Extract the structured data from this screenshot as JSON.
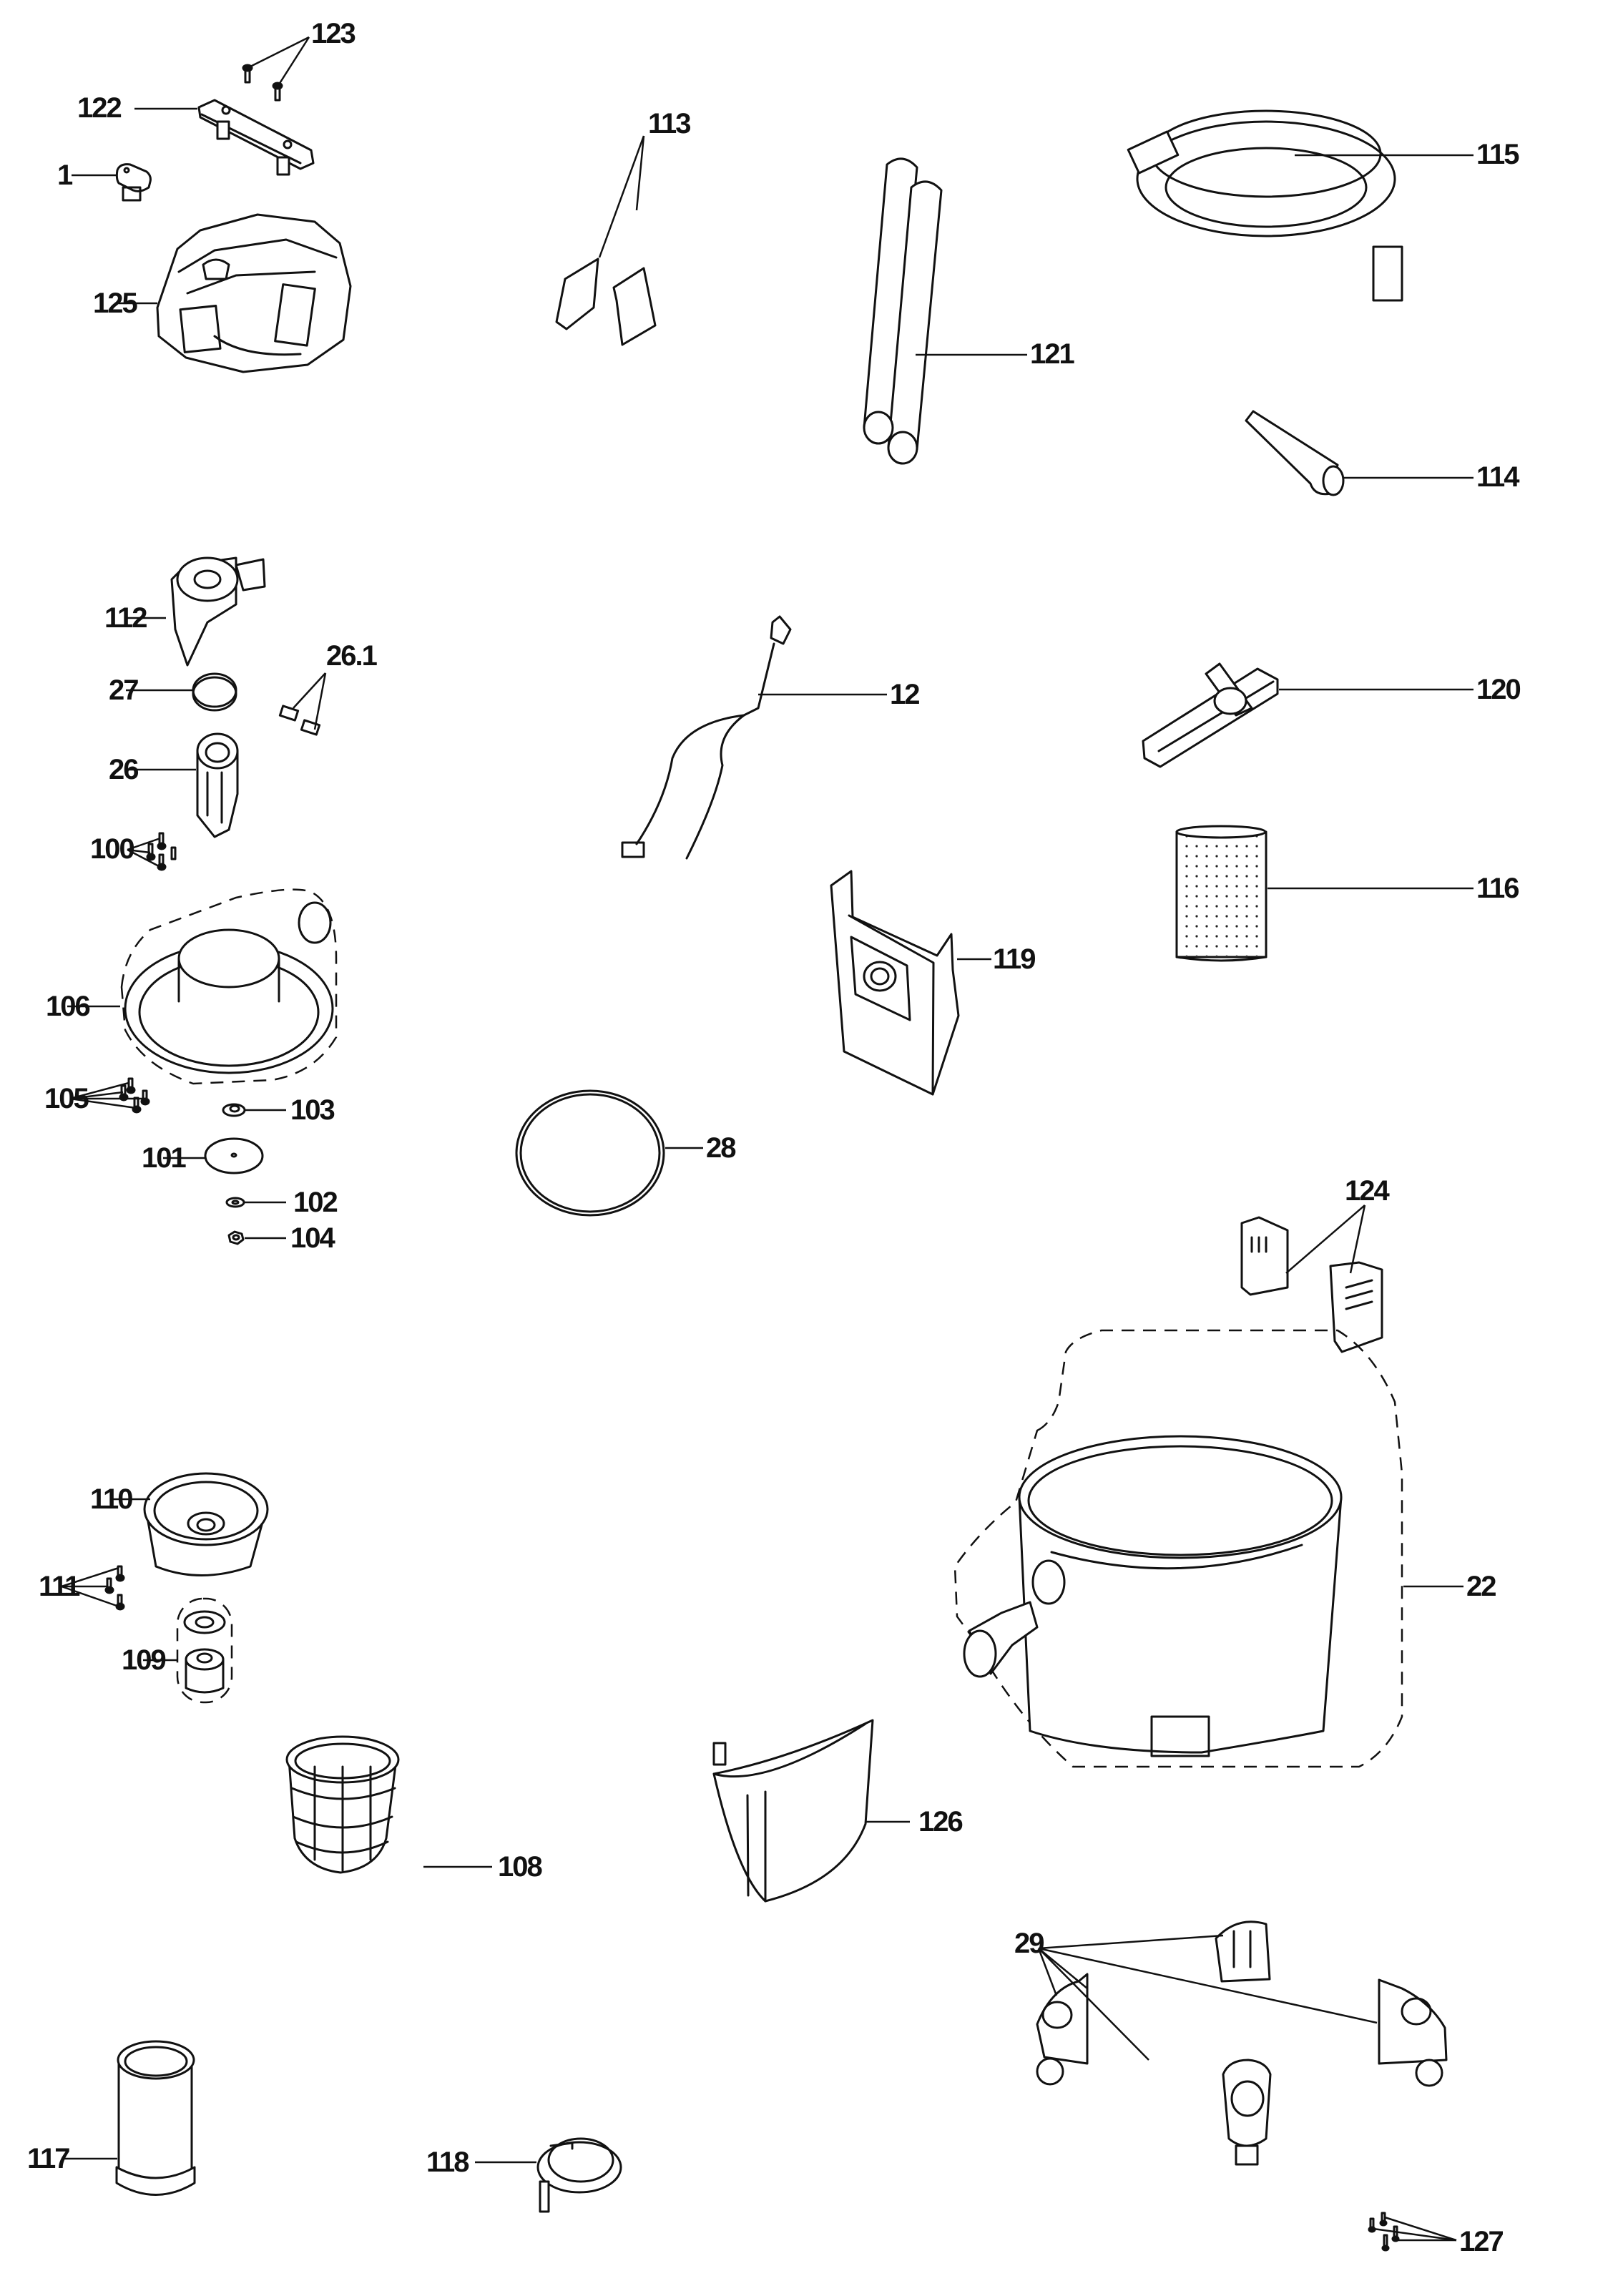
{
  "diagram": {
    "type": "exploded-parts-view",
    "subject": "wet/dry vacuum cleaner",
    "parts": [
      {
        "ref": "1",
        "name": "switch"
      },
      {
        "ref": "12",
        "name": "power cord with plug"
      },
      {
        "ref": "22",
        "name": "container / tank with inlet"
      },
      {
        "ref": "26",
        "name": "motor"
      },
      {
        "ref": "26.1",
        "name": "carbon brushes"
      },
      {
        "ref": "27",
        "name": "motor seal ring"
      },
      {
        "ref": "28",
        "name": "tank seal ring"
      },
      {
        "ref": "29",
        "name": "castor wheels"
      },
      {
        "ref": "100",
        "name": "screws"
      },
      {
        "ref": "101",
        "name": "float disc"
      },
      {
        "ref": "102",
        "name": "washer"
      },
      {
        "ref": "103",
        "name": "washer"
      },
      {
        "ref": "104",
        "name": "nut"
      },
      {
        "ref": "105",
        "name": "screws"
      },
      {
        "ref": "106",
        "name": "motor housing assembly"
      },
      {
        "ref": "108",
        "name": "filter basket"
      },
      {
        "ref": "109",
        "name": "float assembly"
      },
      {
        "ref": "110",
        "name": "filter holder"
      },
      {
        "ref": "111",
        "name": "screws"
      },
      {
        "ref": "112",
        "name": "air guide"
      },
      {
        "ref": "113",
        "name": "gaskets"
      },
      {
        "ref": "114",
        "name": "crevice nozzle"
      },
      {
        "ref": "115",
        "name": "suction hose"
      },
      {
        "ref": "116",
        "name": "foam filter"
      },
      {
        "ref": "117",
        "name": "cartridge filter"
      },
      {
        "ref": "118",
        "name": "filter cap"
      },
      {
        "ref": "119",
        "name": "dust bag"
      },
      {
        "ref": "120",
        "name": "floor nozzle"
      },
      {
        "ref": "121",
        "name": "extension tubes"
      },
      {
        "ref": "122",
        "name": "carry handle"
      },
      {
        "ref": "123",
        "name": "screws"
      },
      {
        "ref": "124",
        "name": "latches"
      },
      {
        "ref": "125",
        "name": "top cover"
      },
      {
        "ref": "126",
        "name": "splash guard"
      },
      {
        "ref": "127",
        "name": "screws"
      }
    ]
  },
  "labels": {
    "l1": "1",
    "l12": "12",
    "l22": "22",
    "l26": "26",
    "l26_1": "26.1",
    "l27": "27",
    "l28": "28",
    "l29": "29",
    "l100": "100",
    "l101": "101",
    "l102": "102",
    "l103": "103",
    "l104": "104",
    "l105": "105",
    "l106": "106",
    "l108": "108",
    "l109": "109",
    "l110": "110",
    "l111": "111",
    "l112": "112",
    "l113": "113",
    "l114": "114",
    "l115": "115",
    "l116": "116",
    "l117": "117",
    "l118": "118",
    "l119": "119",
    "l120": "120",
    "l121": "121",
    "l122": "122",
    "l123": "123",
    "l124": "124",
    "l125": "125",
    "l126": "126",
    "l127": "127"
  }
}
